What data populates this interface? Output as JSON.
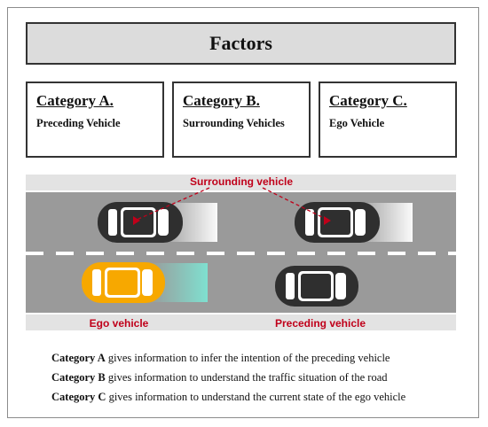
{
  "header": {
    "title": "Factors"
  },
  "categories": [
    {
      "title": "Category A.",
      "subtitle": "Preceding Vehicle"
    },
    {
      "title": "Category B.",
      "subtitle": "Surrounding Vehicles"
    },
    {
      "title": "Category C.",
      "subtitle": "Ego Vehicle"
    }
  ],
  "road": {
    "labels": {
      "surrounding": "Surrounding vehicle",
      "ego": "Ego vehicle",
      "preceding": "Preceding vehicle"
    },
    "colors": {
      "road": "#9a9a9a",
      "shoulder": "#e3e3e3",
      "car_dark": "#2f2f2f",
      "car_ego": "#f7a800",
      "label": "#c0001a",
      "ego_trail": "#7fe0d0"
    }
  },
  "descriptions": [
    {
      "bold": "Category A",
      "text": " gives information to infer the intention of the preceding vehicle"
    },
    {
      "bold": "Category B",
      "text": " gives information to understand the traffic situation of the road"
    },
    {
      "bold": "Category C",
      "text": " gives information to understand the current state of the ego vehicle"
    }
  ]
}
